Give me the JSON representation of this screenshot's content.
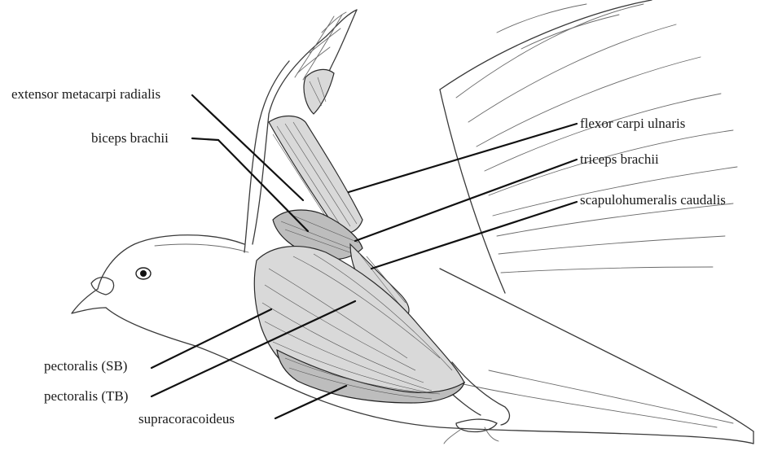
{
  "labels": [
    {
      "id": "extensor-metacarpi-radialis",
      "text": "extensor metacarpi radialis"
    },
    {
      "id": "biceps-brachii",
      "text": "biceps brachii"
    },
    {
      "id": "flexor-carpi-ulnaris",
      "text": "flexor carpi ulnaris"
    },
    {
      "id": "triceps-brachii",
      "text": "triceps brachii"
    },
    {
      "id": "scapulohumeralis-caudalis",
      "text": "scapulohumeralis caudalis"
    },
    {
      "id": "pectoralis-sb",
      "text": "pectoralis (SB)"
    },
    {
      "id": "pectoralis-tb",
      "text": "pectoralis (TB)"
    },
    {
      "id": "supracoracoideus",
      "text": "supracoracoideus"
    }
  ]
}
